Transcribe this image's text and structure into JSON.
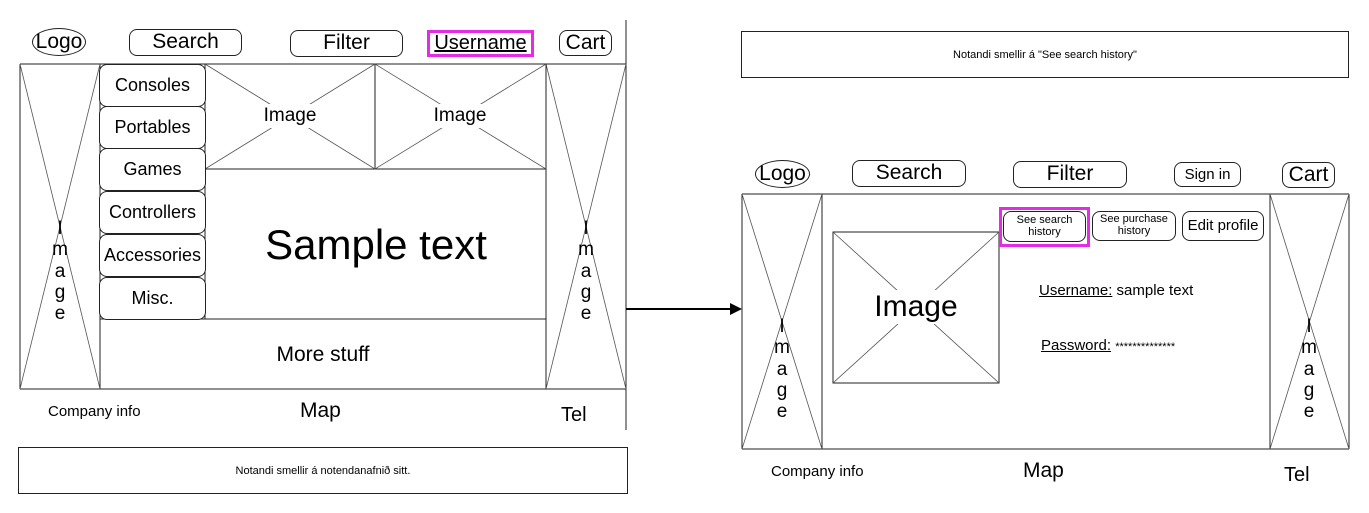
{
  "left": {
    "header": {
      "logo": "Logo",
      "search": "Search",
      "filter": "Filter",
      "username": "Username",
      "cart": "Cart"
    },
    "sidebar": [
      "Consoles",
      "Portables",
      "Games",
      "Controllers",
      "Accessories",
      "Misc."
    ],
    "banner_images": [
      "Image",
      "Image"
    ],
    "side_image": "Image",
    "main_text": "Sample text",
    "more": "More stuff",
    "footer": {
      "company": "Company info",
      "map": "Map",
      "tel": "Tel"
    },
    "caption": "Notandi smellir á notendanafnið sitt."
  },
  "right": {
    "caption": "Notandi smellir á \"See search history\"",
    "header": {
      "logo": "Logo",
      "search": "Search",
      "filter": "Filter",
      "signin": "Sign in",
      "cart": "Cart"
    },
    "actions": {
      "search_history": "See search history",
      "purchase_history": "See purchase history",
      "edit_profile": "Edit profile"
    },
    "profile_image": "Image",
    "side_image": "Image",
    "username_label": "Username:",
    "username_value": "sample text",
    "password_label": "Password:",
    "password_value": "**************",
    "footer": {
      "company": "Company info",
      "map": "Map",
      "tel": "Tel"
    }
  },
  "colors": {
    "highlight": "#e52be5",
    "stroke": "#222222"
  }
}
